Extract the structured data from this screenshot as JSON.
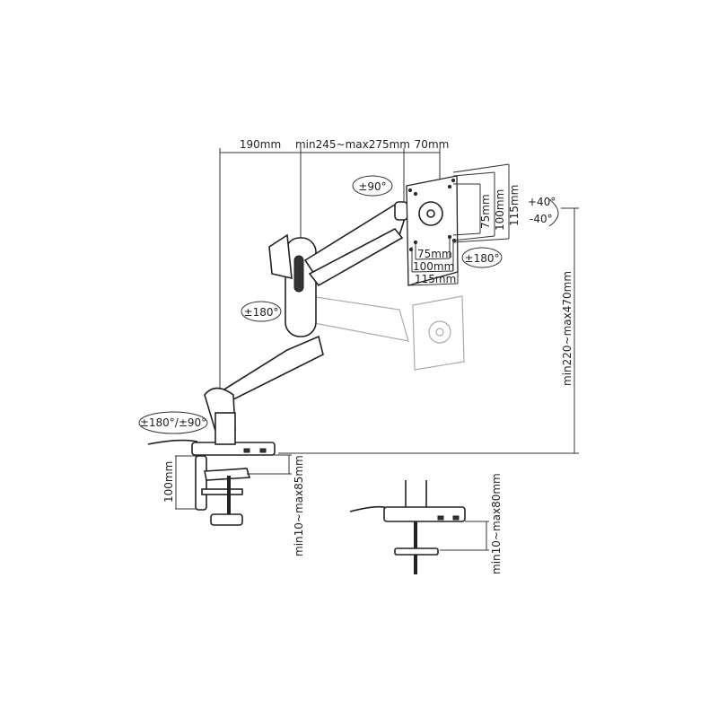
{
  "diagram": {
    "top_dims": {
      "reach_base": "190mm",
      "arm_length": "min245~max275mm",
      "head_offset": "70mm"
    },
    "vesa_vertical": [
      "75mm",
      "100mm",
      "115mm"
    ],
    "vesa_horizontal": [
      "75mm",
      "100mm",
      "115mm"
    ],
    "tilt": {
      "up": "+40°",
      "down": "-40°"
    },
    "rotation_plate": "±180°",
    "swivel_head": "±90°",
    "swivel_arm": "±180°",
    "swivel_base": "±180°/±90°",
    "height_range": "min220~max470mm",
    "clamp_height": "100mm",
    "clamp_range": "min10~max85mm",
    "grommet_range": "min10~max80mm"
  }
}
